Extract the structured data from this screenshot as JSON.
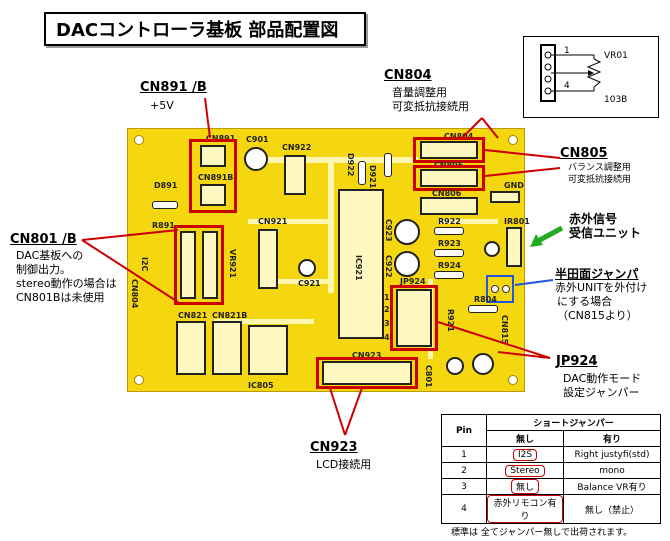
{
  "title": "DACコントローラ基板 部品配置図",
  "callouts": {
    "cn891": {
      "head": "CN891 /B",
      "desc": "+5V"
    },
    "cn804": {
      "head": "CN804",
      "desc1": "音量調整用",
      "desc2": "可変抵抗接続用"
    },
    "cn805": {
      "head": "CN805",
      "desc1": "バランス調整用",
      "desc2": "可変抵抗接続用"
    },
    "cn801": {
      "head": "CN801 /B",
      "desc1": "DAC基板への",
      "desc2": "制御出力。",
      "desc3": "stereo動作の場合は",
      "desc4": "CN801Bは未使用"
    },
    "ir": {
      "line1": "赤外信号",
      "line2": "受信ユニット"
    },
    "handa": {
      "head": "半田面ジャンパ",
      "desc1": "赤外UNITを外付け",
      "desc2": "にする場合",
      "desc3": "（CN815より）"
    },
    "jp924": {
      "head": "JP924",
      "desc1": "DAC動作モード",
      "desc2": "設定ジャンパー"
    },
    "cn923": {
      "head": "CN923",
      "desc": "LCD接続用"
    }
  },
  "vr_schematic": {
    "ref": "VR01",
    "value": "103B",
    "pin1": "1",
    "pin4": "4"
  },
  "silk": {
    "cn891": "CN891",
    "cn891b": "CN891B",
    "c901": "C901",
    "cn922": "CN922",
    "cn804": "CN804",
    "cn805": "CN805",
    "cn806": "CN806",
    "gnd": "GND",
    "d891": "D891",
    "r891": "R891",
    "d922": "D922",
    "d921": "D921",
    "cn921": "CN921",
    "cn804b": "CN804",
    "i2c": "I2C",
    "ic921": "IC921",
    "c921": "C921",
    "c923": "C923",
    "c922": "C922",
    "r922": "R922",
    "r923": "R923",
    "r924": "R924",
    "ir801": "IR801",
    "cn821": "CN821",
    "cn821b": "CN821B",
    "jp924": "JP924",
    "r804": "R804",
    "cn815": "CN815",
    "cn923": "CN923",
    "ic805": "IC805",
    "vr921": "VR921",
    "c801": "C801",
    "r921": "R921"
  },
  "jp_pins": [
    "1",
    "2",
    "3",
    "4"
  ],
  "jumper_table": {
    "header_pin": "Pin",
    "header_group": "ショートジャンパー",
    "header_none": "無し",
    "header_with": "有り",
    "rows": [
      {
        "pin": "1",
        "none": "I2S",
        "with": "Right justyfi(std)"
      },
      {
        "pin": "2",
        "none": "Stereo",
        "with": "mono"
      },
      {
        "pin": "3",
        "none": "無し",
        "with": "Balance VR有り"
      },
      {
        "pin": "4",
        "none": "赤外リモコン有り",
        "with": "無し（禁止）"
      }
    ],
    "note": "標準は 全てジャンパー無しで出荷されます。"
  },
  "colors": {
    "board": "#f5d70f",
    "callout": "#cc0000",
    "arrow": "#22aa22",
    "jumper": "#2255dd"
  }
}
